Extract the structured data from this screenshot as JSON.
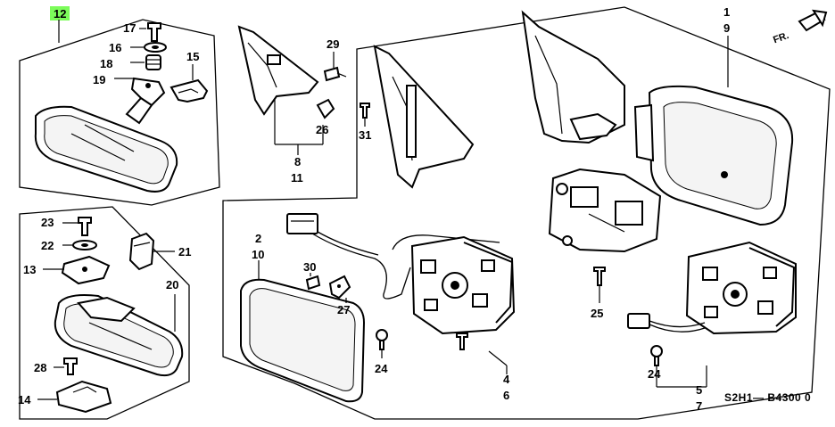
{
  "diagram": {
    "highlight_color": "#7CFC5A",
    "direction_label": "FR.",
    "diagram_code": "S2H1— B4300 0",
    "part_labels": {
      "p12": "12",
      "p17": "17",
      "p16": "16",
      "p18": "18",
      "p19": "19",
      "p15": "15",
      "p23": "23",
      "p22": "22",
      "p13": "13",
      "p21": "21",
      "p20": "20",
      "p28": "28",
      "p14": "14",
      "p29": "29",
      "p26": "26",
      "p8": "8",
      "p11": "11",
      "p31": "31",
      "p1": "1",
      "p9": "9",
      "p2": "2",
      "p10": "10",
      "p30": "30",
      "p27": "27",
      "p24a": "24",
      "p4": "4",
      "p6": "6",
      "p25": "25",
      "p24b": "24",
      "p5": "5",
      "p7": "7"
    }
  }
}
